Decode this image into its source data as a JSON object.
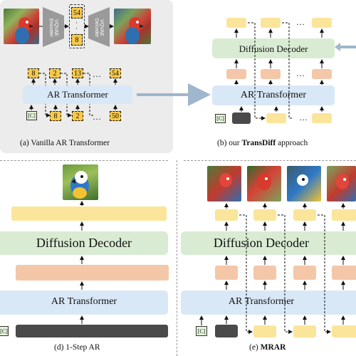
{
  "panel_a": {
    "encoder_label": "VQVAE Encoder",
    "decoder_label": "VQVAE Decoder",
    "token_top": "54",
    "token_bottom": "8",
    "out_tokens": [
      "8",
      "2",
      "13",
      "54"
    ],
    "in_tokens": [
      "8",
      "2",
      "50"
    ],
    "c_token": "[C]",
    "dots": "…",
    "transformer_label": "AR Transformer",
    "caption": "(a) Vanilla AR Transformer"
  },
  "panel_b": {
    "decoder_label": "Diffusion Decoder",
    "transformer_label": "AR Transformer",
    "c_token": "[C]",
    "dots": "…",
    "caption_prefix": "(b) our ",
    "caption_bold": "TransDiff",
    "caption_suffix": " approach"
  },
  "panel_d": {
    "decoder_label": "Diffusion Decoder",
    "transformer_label": "AR Transformer",
    "c_token": "[C]",
    "caption": "(d) 1-Step AR"
  },
  "panel_e": {
    "decoder_label": "Diffusion Decoder",
    "transformer_label": "AR Transformer",
    "c_token": "[C]",
    "caption_prefix": "(e) ",
    "caption_bold": "MRAR"
  },
  "colors": {
    "token_orange": "#f6c94b",
    "latent_yellow": "#fbe59a",
    "salmon": "#f4c7a8",
    "ar_blue": "#d9e8f7",
    "diffusion_green": "#d9ecd3",
    "dark_token": "#4a4a4a",
    "arrow_blue": "#9fb6cc"
  }
}
